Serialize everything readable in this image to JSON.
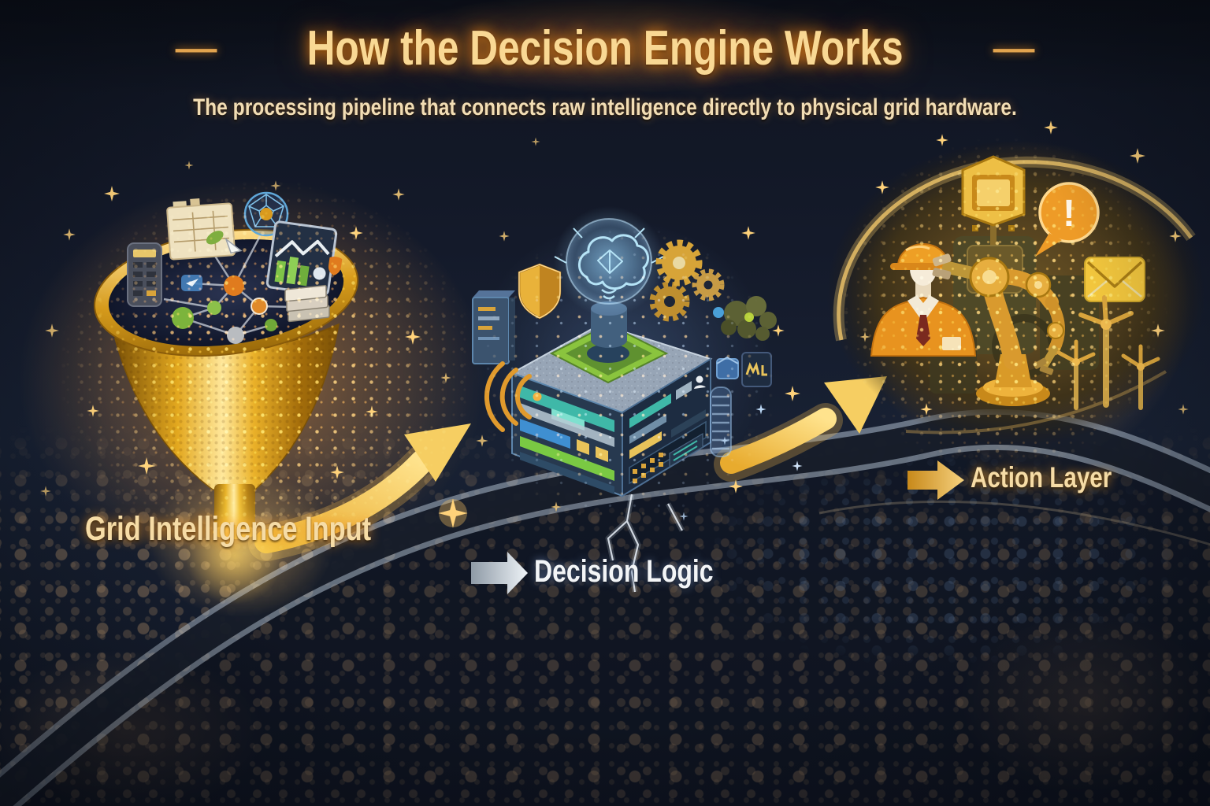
{
  "header": {
    "title": "How the Decision Engine Works",
    "subtitle": "The processing pipeline that connects raw intelligence directly to physical grid hardware.",
    "left_dash": "—",
    "right_dash": "—"
  },
  "stages": [
    {
      "id": "grid-intelligence-input",
      "label": "Grid Intelligence Input",
      "icons": [
        "funnel-icon",
        "calculator-icon",
        "document-grid-icon",
        "geodesic-globe-icon",
        "analytics-chart-icon",
        "layer-stack-icon",
        "network-graph-icon",
        "cursor-icon"
      ]
    },
    {
      "id": "decision-logic",
      "label": "Decision Logic",
      "icons": [
        "decision-cube-icon",
        "ai-brain-dome-icon",
        "shield-icon",
        "gears-icon",
        "gear-cluster-icon",
        "server-tower-icon",
        "signal-waves-icon",
        "module-cube-icon",
        "ml-module-icon",
        "coil-icon"
      ]
    },
    {
      "id": "action-layer",
      "label": "Action Layer",
      "alert_text": "!",
      "icons": [
        "worker-icon",
        "monitor-icon",
        "alert-bubble-icon",
        "email-icon",
        "robot-arm-icon",
        "wind-turbine-icon"
      ]
    }
  ],
  "colors": {
    "title_gold": "#f9d894",
    "label_gold": "#f6dca6",
    "label_white": "#f3f5f7",
    "glow_orange": "#ed921e",
    "funnel_gold": "#e7ab22",
    "cube_blue": "#273a53",
    "platform_green": "#8ac43e",
    "brain_cyan": "#b5e3f6",
    "arrow_gold": "#f4c854",
    "dot_tan": "#ab8c6d",
    "background_navy": "#121723"
  }
}
